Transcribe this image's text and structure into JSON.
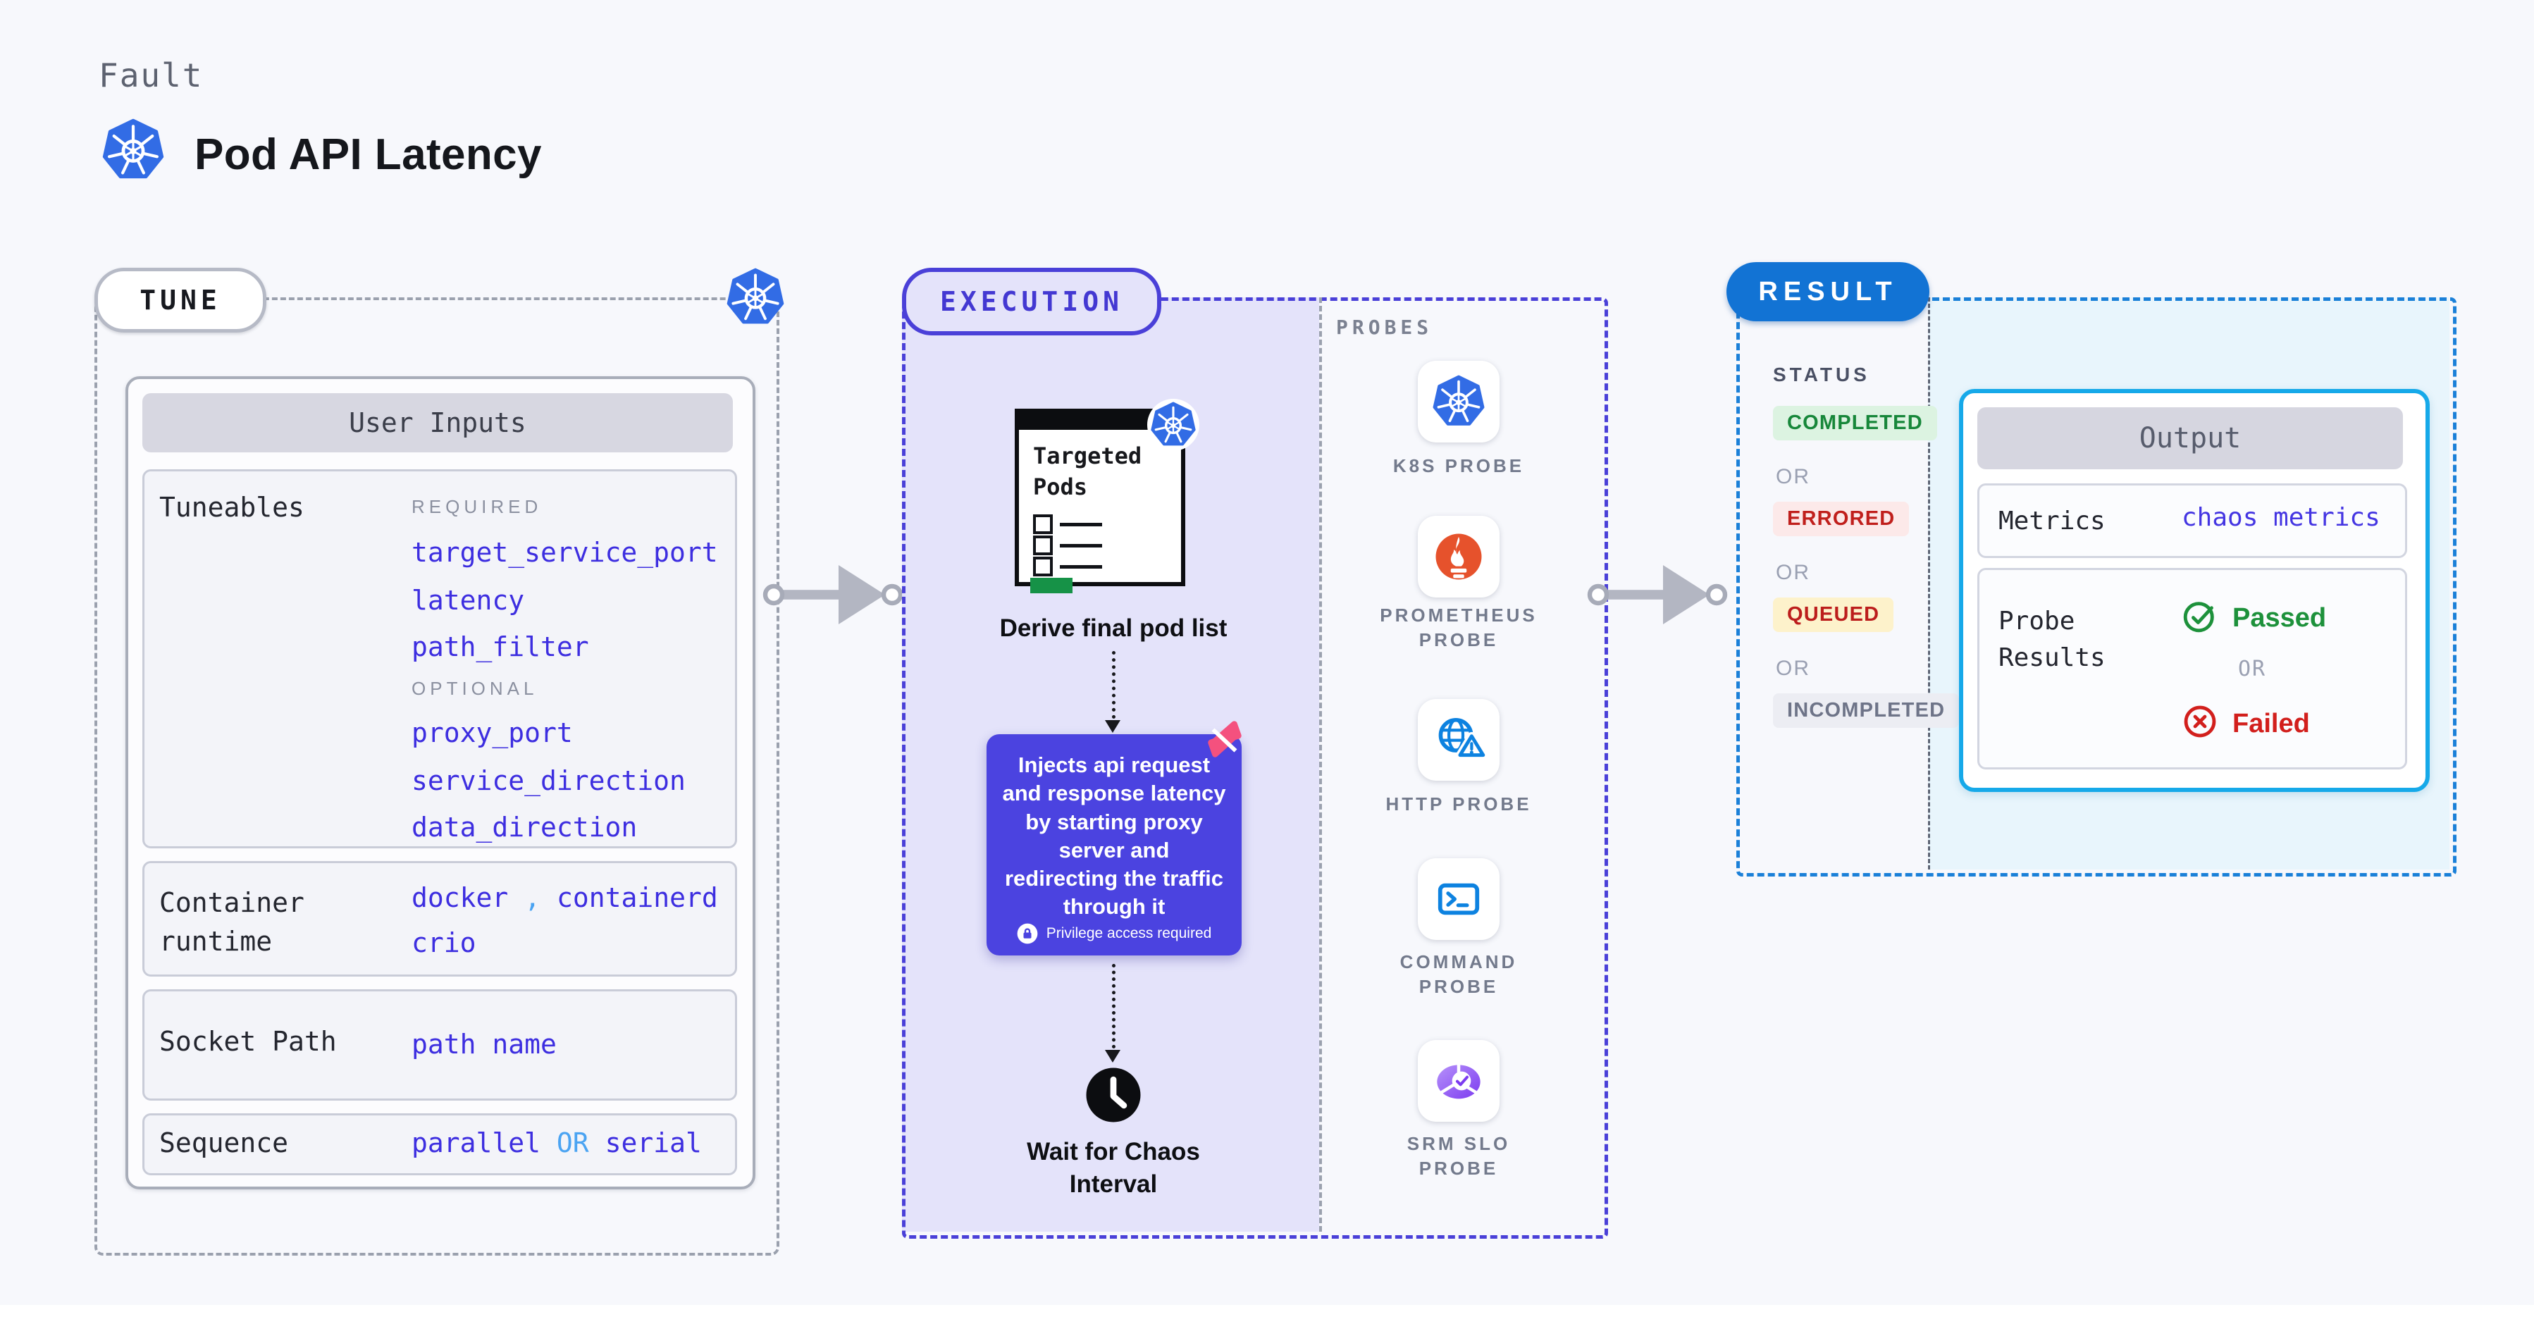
{
  "header": {
    "eyebrow": "Fault",
    "title": "Pod API Latency"
  },
  "tune": {
    "badge": "TUNE",
    "user_inputs_header": "User Inputs",
    "tuneables_label": "Tuneables",
    "required_label": "REQUIRED",
    "required_items": [
      "target_service_port",
      "latency",
      "path_filter"
    ],
    "optional_label": "OPTIONAL",
    "optional_items": [
      "proxy_port",
      "service_direction",
      "data_direction"
    ],
    "container_runtime_label": "Container runtime",
    "container_runtime": {
      "a": "docker",
      "comma": ",",
      "b": "containerd",
      "c": "crio"
    },
    "socket_path_label": "Socket Path",
    "socket_path_value": "path name",
    "sequence_label": "Sequence",
    "sequence": {
      "a": "parallel",
      "or": "OR",
      "b": "serial"
    }
  },
  "execution": {
    "badge": "EXECUTION",
    "targeted_pods_title": "Targeted\nPods",
    "derive_label": "Derive final pod list",
    "inject_text": "Injects api request\nand response latency\nby starting proxy\nserver and\nredirecting the traffic\nthrough it",
    "privilege_note": "Privilege access required",
    "wait_label": "Wait for Chaos\nInterval",
    "probes_label": "PROBES",
    "probes": [
      {
        "name": "K8S PROBE",
        "icon": "kubernetes-icon"
      },
      {
        "name": "PROMETHEUS PROBE",
        "icon": "prometheus-icon"
      },
      {
        "name": "HTTP PROBE",
        "icon": "http-globe-icon"
      },
      {
        "name": "COMMAND PROBE",
        "icon": "terminal-icon"
      },
      {
        "name": "SRM SLO PROBE",
        "icon": "slo-pie-icon"
      }
    ]
  },
  "result": {
    "badge": "RESULT",
    "status_label": "STATUS",
    "or_label": "OR",
    "statuses": [
      {
        "text": "COMPLETED",
        "fg": "#17873a",
        "bg": "#dcf3e1"
      },
      {
        "text": "ERRORED",
        "fg": "#c01f1c",
        "bg": "#fce9e9"
      },
      {
        "text": "QUEUED",
        "fg": "#bc1d1c",
        "bg": "#fdf2cb"
      },
      {
        "text": "INCOMPLETED",
        "fg": "#6e7488",
        "bg": "#ecedf3"
      }
    ],
    "output": {
      "header": "Output",
      "metrics_label": "Metrics",
      "metrics_value": "chaos metrics",
      "probe_results_label": "Probe Results",
      "passed": "Passed",
      "or": "OR",
      "failed": "Failed"
    }
  },
  "colors": {
    "accent_indigo": "#4a40d8",
    "result_blue": "#1273d4",
    "output_cyan": "#16a9e9",
    "k8s_blue": "#326ce5",
    "prometheus_orange": "#e6522c",
    "probe_blue": "#0d82e0",
    "litmus_pink": "#f4517e",
    "code_indigo": "#3d2ee0",
    "light_blue": "#4aa3f2",
    "green": "#1d913b",
    "red": "#d21f1c",
    "lavender": "#e4e3fa",
    "cyan_bg": "#e8f5fc"
  }
}
